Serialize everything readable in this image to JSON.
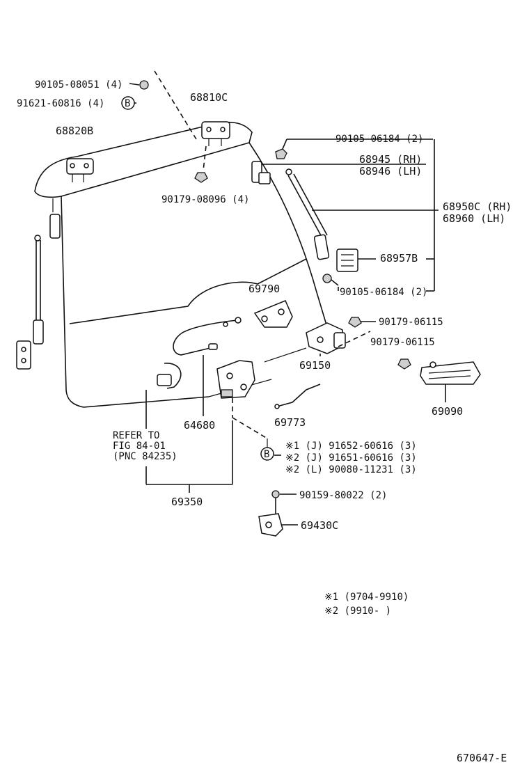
{
  "labels": {
    "p90105_08051": "90105-08051 (4)",
    "p91621_60816": "91621-60816 (4)",
    "p68810c": "68810C",
    "p68820b": "68820B",
    "p90179_08096": "90179-08096 (4)",
    "p90105_06184_a": "90105-06184 (2)",
    "p68945": "68945 (RH)",
    "p68946": "68946 (LH)",
    "p68950c": "68950C (RH)",
    "p68960": "68960  (LH)",
    "p68957b": "68957B",
    "p90105_06184_b": "90105-06184 (2)",
    "p69790": "69790",
    "p90179_06115_a": "90179-06115",
    "p90179_06115_b": "90179-06115",
    "p69150": "69150",
    "p69090": "69090",
    "p64680": "64680",
    "p69773": "69773",
    "refer1": "REFER TO",
    "refer2": "FIG 84-01",
    "refer3": "(PNC 84235)",
    "b_note1": "※1 (J) 91652-60616 (3)",
    "b_note2": "※2 (J) 91651-60616 (3)",
    "b_note3": "※2 (L) 90080-11231 (3)",
    "p69350": "69350",
    "p90159_80022": "90159-80022 (2)",
    "p69430c": "69430C",
    "legend1": "※1 (9704-9910)",
    "legend2": "※2 (9910-      )",
    "diagram_code": "670647-E",
    "callout_b": "B"
  }
}
